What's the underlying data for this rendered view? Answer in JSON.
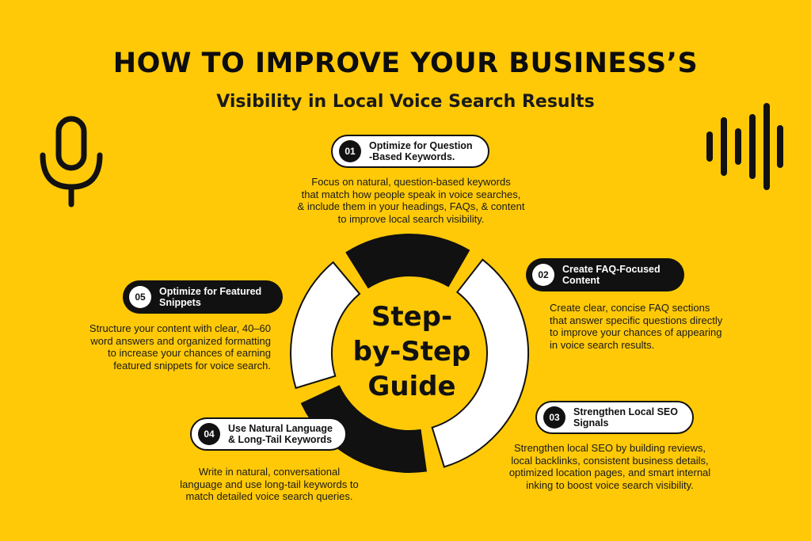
{
  "header": {
    "title": "HOW TO IMPROVE YOUR BUSINESS’S",
    "subtitle": "Visibility in Local Voice Search Results"
  },
  "center": {
    "line1": "Step-",
    "line2": "by-Step",
    "line3": "Guide"
  },
  "steps": [
    {
      "num": "01",
      "label_line1": "Optimize for Question",
      "label_line2": "-Based Keywords.",
      "desc": [
        "Focus on natural, question-based keywords",
        "that match how people speak in voice searches,",
        "& include them in your headings, FAQs, & content",
        "to improve local search visibility."
      ]
    },
    {
      "num": "02",
      "label_line1": "Create FAQ-Focused",
      "label_line2": "Content",
      "desc": [
        "Create clear, concise FAQ sections",
        "that answer specific questions directly",
        "to improve your chances of appearing",
        "in voice search results."
      ]
    },
    {
      "num": "03",
      "label_line1": "Strengthen Local SEO",
      "label_line2": "Signals",
      "desc": [
        "Strengthen local SEO by building reviews,",
        "local backlinks, consistent business details,",
        "optimized location pages, and smart internal",
        "inking to boost voice search visibility."
      ]
    },
    {
      "num": "04",
      "label_line1": "Use Natural Language",
      "label_line2": "& Long-Tail Keywords",
      "desc": [
        "Write in natural, conversational",
        "language and use long-tail keywords to",
        "match detailed voice search queries."
      ]
    },
    {
      "num": "05",
      "label_line1": "Optimize for Featured",
      "label_line2": "Snippets",
      "desc": [
        "Structure your content with clear, 40–60",
        "word answers and organized formatting",
        "to increase your chances of earning",
        "featured snippets for voice search."
      ]
    }
  ],
  "icons": {
    "left": "microphone-icon",
    "right": "sound-wave-icon"
  },
  "colors": {
    "background": "#FFC907",
    "dark": "#111111",
    "light": "#FFFFFF"
  }
}
